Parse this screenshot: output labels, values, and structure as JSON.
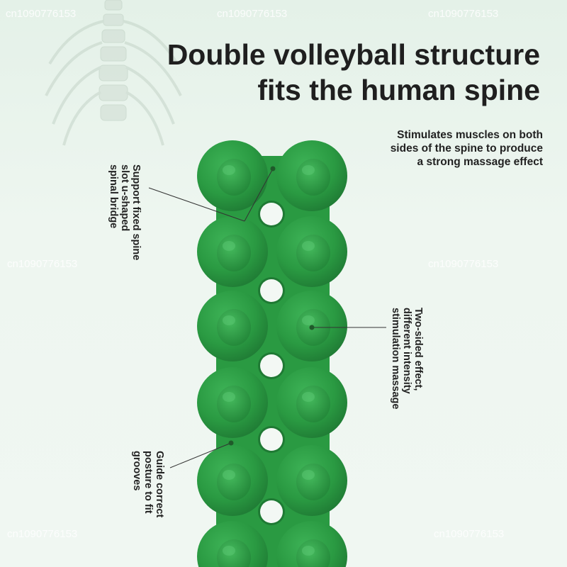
{
  "title_lines": [
    "Double volleyball structure",
    "fits the human spine"
  ],
  "note_top_lines": [
    "Stimulates muscles on both",
    "sides of the spine to produce",
    "a strong massage effect"
  ],
  "left_upper_lines": [
    "Support fixed spine",
    "slot u-shaped",
    "spinal bridge"
  ],
  "right_mid_lines": [
    "Two-sided effect,",
    "different intensity",
    "stimulation massage"
  ],
  "left_lower_lines": [
    "Guide correct",
    "posture to fit",
    "grooves"
  ],
  "watermark": "cn1090776153",
  "colors": {
    "massager": "#2a9a42",
    "massager_dark": "#1f7a34",
    "hole": "#f3f8f4",
    "text": "#1f1f1f"
  }
}
